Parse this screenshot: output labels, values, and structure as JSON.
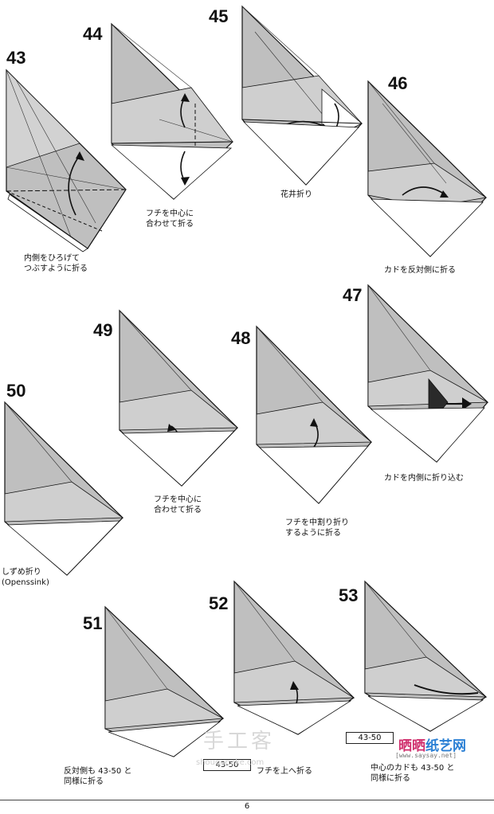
{
  "steps": [
    {
      "id": "43",
      "number": "43",
      "caption": "内側をひろげて\nつぶすように折る"
    },
    {
      "id": "44",
      "number": "44",
      "caption": "フチを中心に\n合わせて折る"
    },
    {
      "id": "45",
      "number": "45",
      "caption": "花井折り"
    },
    {
      "id": "46",
      "number": "46",
      "caption": "カドを反対側に折る"
    },
    {
      "id": "47",
      "number": "47",
      "caption": "カドを内側に折り込む"
    },
    {
      "id": "48",
      "number": "48",
      "caption": "フチを中割り折り\nするように折る"
    },
    {
      "id": "49",
      "number": "49",
      "caption": "フチを中心に\n合わせて折る"
    },
    {
      "id": "50",
      "number": "50",
      "caption": "しずめ折り\n(Openssink)"
    },
    {
      "id": "51",
      "number": "51",
      "caption": "反対側も 43-50 と\n同様に折る"
    },
    {
      "id": "52",
      "number": "52",
      "caption": "フチを上へ折る"
    },
    {
      "id": "53",
      "number": "53",
      "caption": "中心のカドも 43-50 と\n同様に折る"
    }
  ],
  "refs": {
    "left": "43-50",
    "right": "43-50"
  },
  "page_number": "6",
  "watermark": {
    "text": "手工客",
    "url": "shougongke.com"
  },
  "logo": {
    "text_a": "晒晒",
    "text_b": "纸艺网",
    "url": "[www.saysay.net]"
  },
  "colors": {
    "paper": "#bdbdbd",
    "paper_light": "#d6d6d6",
    "line": "#1a1a1a",
    "accent": "#d0306e"
  }
}
